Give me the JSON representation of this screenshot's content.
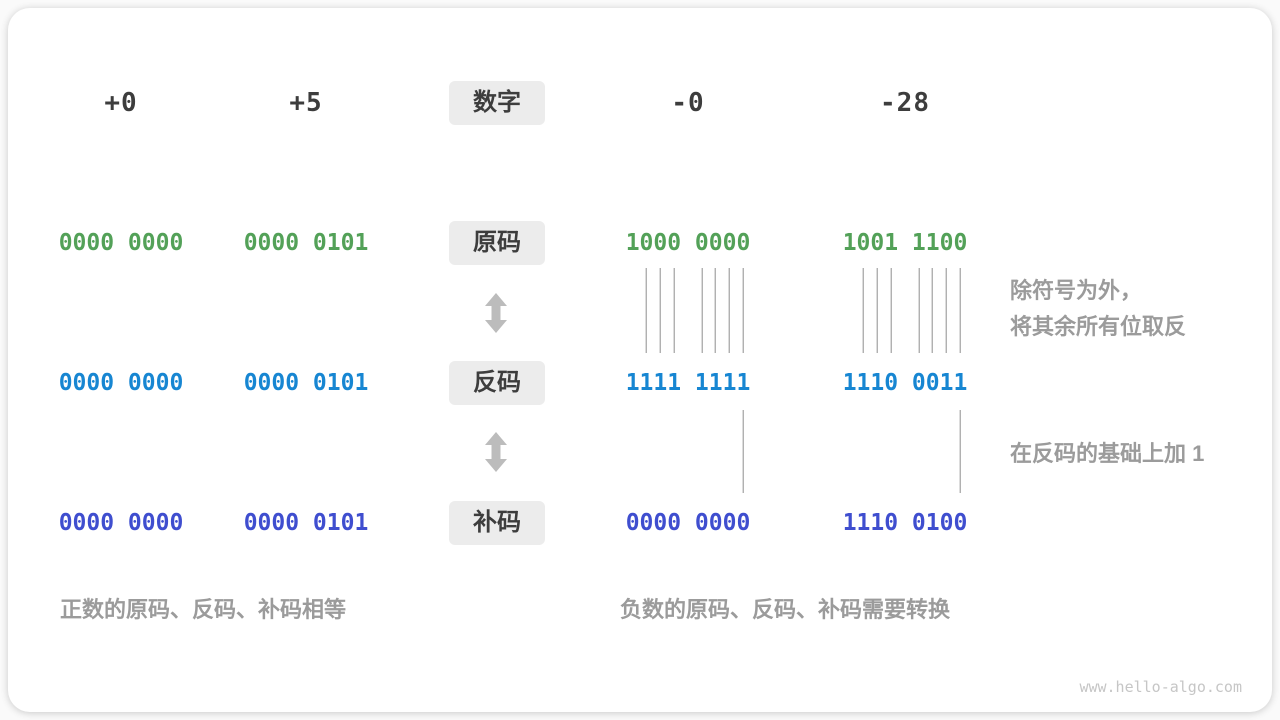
{
  "row_labels": {
    "number": "数字",
    "sign_magnitude": "原码",
    "ones_complement": "反码",
    "twos_complement": "补码"
  },
  "columns": [
    {
      "header": "+0",
      "sign": "0000 0000",
      "ones": "0000 0000",
      "twos": "0000 0000"
    },
    {
      "header": "+5",
      "sign": "0000 0101",
      "ones": "0000 0101",
      "twos": "0000 0101"
    },
    {
      "header": "-0",
      "sign": "1000 0000",
      "ones": "1111 1111",
      "twos": "0000 0000"
    },
    {
      "header": "-28",
      "sign": "1001 1100",
      "ones": "1110 0011",
      "twos": "1110 0100"
    }
  ],
  "annotations": {
    "invert_line1": "除符号为外，",
    "invert_line2": "将其余所有位取反",
    "add_one": "在反码的基础上加 1"
  },
  "captions": {
    "positive": "正数的原码、反码、补码相等",
    "negative": "负数的原码、反码、补码需要转换"
  },
  "watermark": "www.hello-algo.com",
  "colors": {
    "sign_magnitude": "#53a158",
    "ones_complement": "#1786d2",
    "twos_complement": "#3f4ecf",
    "label_box_bg": "#ececec",
    "annotation_gray": "#9b9b9b",
    "number_dark": "#3d3d3d",
    "connector_line": "#8f8f8f",
    "arrow_gray": "#bcbcbc",
    "watermark_gray": "#c6c6c6"
  }
}
